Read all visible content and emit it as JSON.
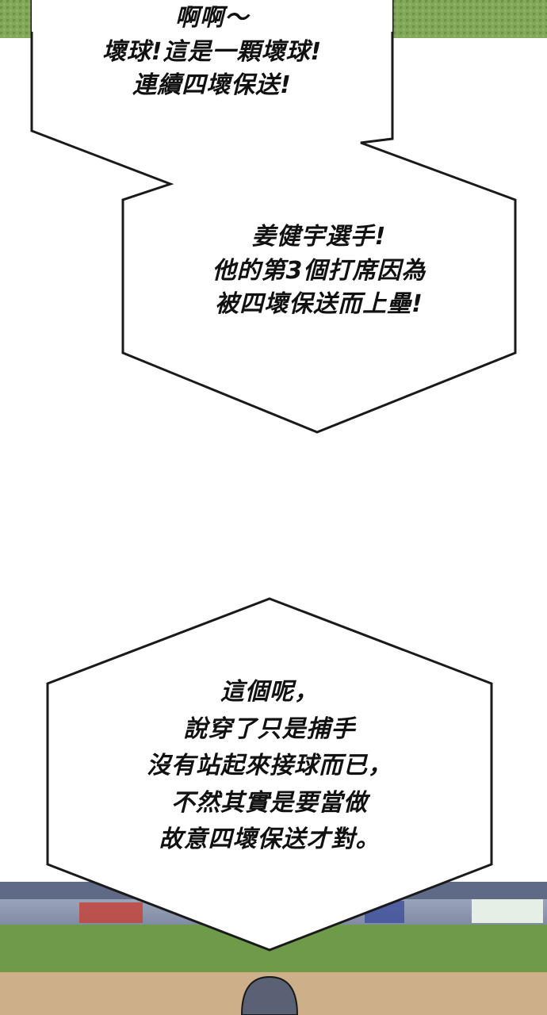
{
  "bubbles": [
    {
      "lines": [
        "啊啊～",
        "壞球!這是一顆壞球!",
        "連續四壞保送!"
      ]
    },
    {
      "lines": [
        "姜健宇選手!",
        "他的第3個打席因為",
        "被四壞保送而上壘!"
      ]
    },
    {
      "lines": [
        "這個呢，",
        "說穿了只是捕手",
        "沒有站起來接球而已，",
        "不然其實是要當做",
        "故意四壞保送才對。"
      ]
    }
  ],
  "colors": {
    "grass": "#6f9a4a",
    "dirt": "#cdb08a",
    "stand": "#8e9ab4",
    "ink": "#111111"
  },
  "icons": [
    "cap-logo-icon"
  ]
}
